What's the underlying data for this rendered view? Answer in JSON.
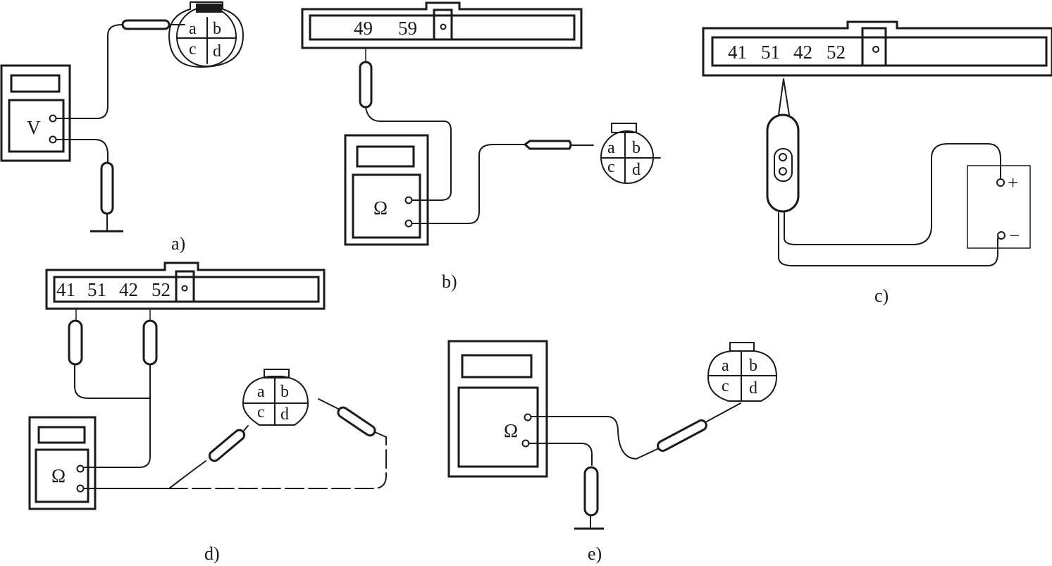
{
  "figure": {
    "panels": [
      {
        "id": "a",
        "caption": "a)",
        "meter_symbol": "V",
        "connector_pins": [
          "a",
          "b",
          "c",
          "d"
        ],
        "connections": [
          "meter upper terminal to connector pin a",
          "meter lower terminal to ground"
        ]
      },
      {
        "id": "b",
        "caption": "b)",
        "ecu_pins": [
          "49",
          "59"
        ],
        "meter_symbol": "Ω",
        "connector_pins": [
          "a",
          "b",
          "c",
          "d"
        ],
        "connections": [
          "ECU pin 49 to meter upper terminal",
          "meter lower terminal to connector pin a"
        ]
      },
      {
        "id": "c",
        "caption": "c)",
        "ecu_pins": [
          "41",
          "51",
          "42",
          "52"
        ],
        "battery_labels": [
          "+",
          "−"
        ],
        "connections": [
          "test lamp probe to ECU pin 41",
          "test lamp to battery +",
          "test lamp to battery −"
        ]
      },
      {
        "id": "d",
        "caption": "d)",
        "ecu_pins": [
          "41",
          "51",
          "42",
          "52"
        ],
        "meter_symbol": "Ω",
        "connector_pins": [
          "a",
          "b",
          "c",
          "d"
        ],
        "connections": [
          "ECU pins 41 and 42 to meter upper terminal",
          "meter lower terminal to connector pins c and b"
        ]
      },
      {
        "id": "e",
        "caption": "e)",
        "meter_symbol": "Ω",
        "connector_pins": [
          "a",
          "b",
          "c",
          "d"
        ],
        "connections": [
          "meter upper terminal to connector pin d",
          "meter lower terminal to ground"
        ]
      }
    ]
  }
}
